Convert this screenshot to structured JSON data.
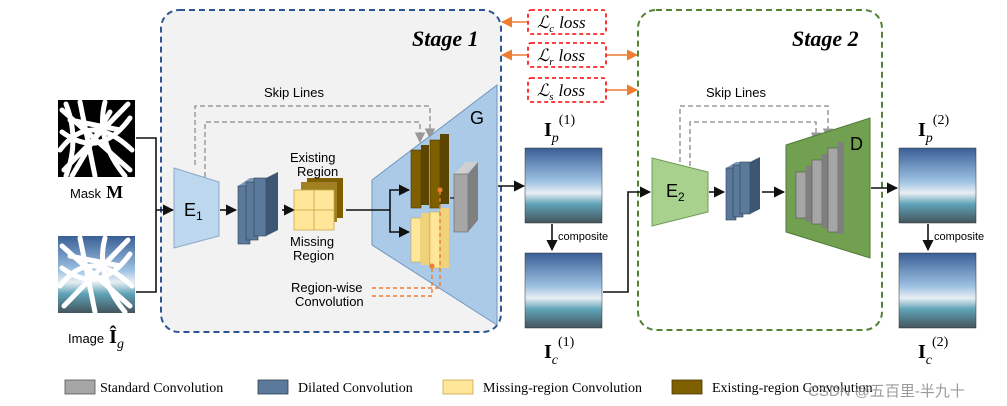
{
  "stage1": {
    "title": "Stage 1"
  },
  "stage2": {
    "title": "Stage 2"
  },
  "losses": {
    "lc": "ℒc loss",
    "lr": "ℒr loss",
    "ls": "ℒs loss",
    "lc_main": "ℒ",
    "lc_sub": "c",
    "lr_main": "ℒ",
    "lr_sub": "r",
    "ls_main": "ℒ",
    "ls_sub": "s",
    "loss_word": "loss"
  },
  "inputs": {
    "mask_label": "Mask",
    "mask_symbol": "M",
    "image_label": "Image",
    "image_symbol": "Î",
    "image_sub": "g"
  },
  "stage1_parts": {
    "skip_lines": "Skip Lines",
    "encoder": "E",
    "encoder_sub": "1",
    "existing_region_1": "Existing",
    "existing_region_2": "Region",
    "missing_region_1": "Missing",
    "missing_region_2": "Region",
    "region_wise_1": "Region-wise",
    "region_wise_2": "Convolution",
    "generator": "G"
  },
  "stage2_parts": {
    "skip_lines": "Skip Lines",
    "encoder": "E",
    "encoder_sub": "2",
    "decoder": "D"
  },
  "outputs": {
    "ip1_main": "I",
    "ip1_sub": "p",
    "ip1_sup": "(1)",
    "ic1_main": "I",
    "ic1_sub": "c",
    "ic1_sup": "(1)",
    "ip2_main": "I",
    "ip2_sub": "p",
    "ip2_sup": "(2)",
    "ic2_main": "I",
    "ic2_sub": "c",
    "ic2_sup": "(2)",
    "composite_1": "composite",
    "composite_2": "composite"
  },
  "legend": {
    "items": [
      {
        "label": "Standard Convolution",
        "color": "#a6a6a6"
      },
      {
        "label": "Dilated Convolution",
        "color": "#5b7a9b"
      },
      {
        "label": "Missing-region Convolution",
        "color": "#ffe699"
      },
      {
        "label": "Existing-region Convolution",
        "color": "#7f6000"
      }
    ]
  },
  "watermark": "CSDN @五百里-半九十",
  "colors": {
    "stage1_border": "#2f5597",
    "stage2_border": "#548235",
    "loss_border": "#ff0000",
    "orange_arrow": "#ed7d31",
    "encoder1_fill": "#bdd7ee",
    "encoder2_fill": "#a9d18e"
  }
}
